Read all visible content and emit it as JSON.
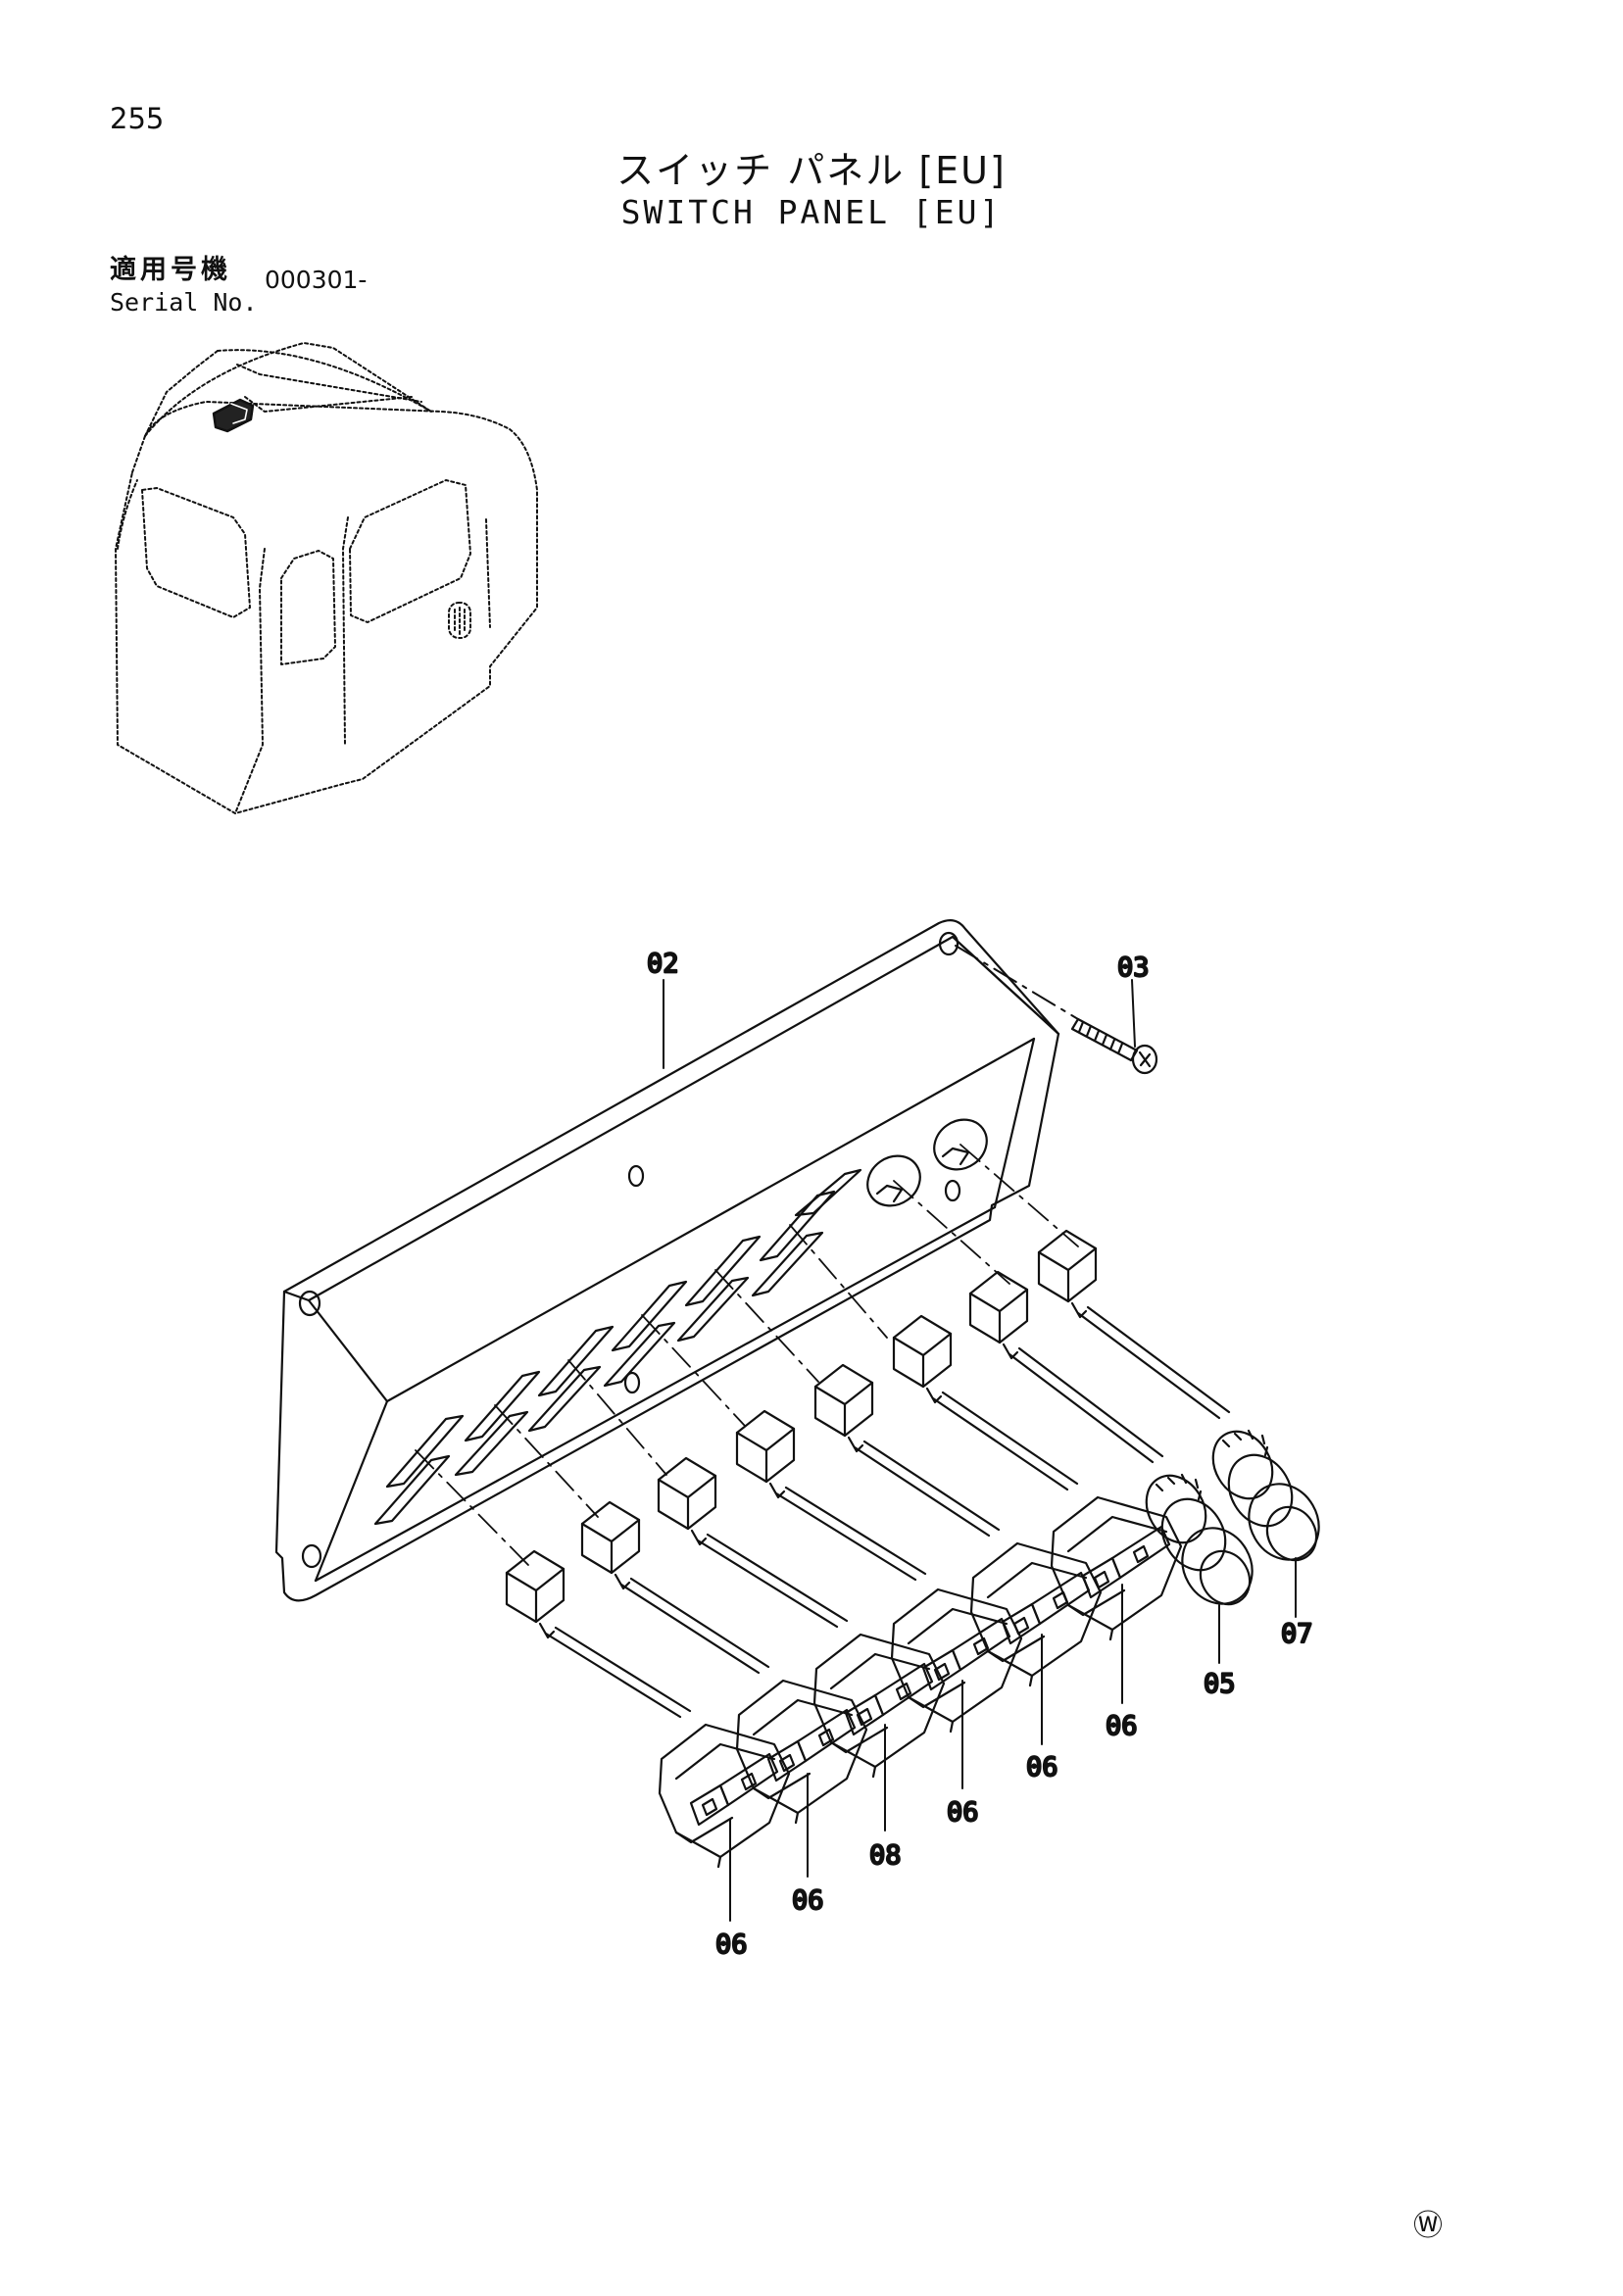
{
  "page": {
    "number": "255",
    "title_jp": "スイッチ パネル [EU]",
    "title_en": "SWITCH PANEL [EU]",
    "serial_label_jp": "適用号機",
    "serial_label_en": "Serial No.",
    "serial_value": "000301-",
    "watermark": "Ⓦ"
  },
  "callouts": [
    "02",
    "03",
    "05",
    "07",
    "06",
    "06",
    "06",
    "08",
    "06",
    "06",
    "06"
  ],
  "diagram_parts": [
    "cab-overview",
    "switch-panel-plate",
    "screw",
    "rocker-switch",
    "round-switch",
    "wire-connector"
  ]
}
